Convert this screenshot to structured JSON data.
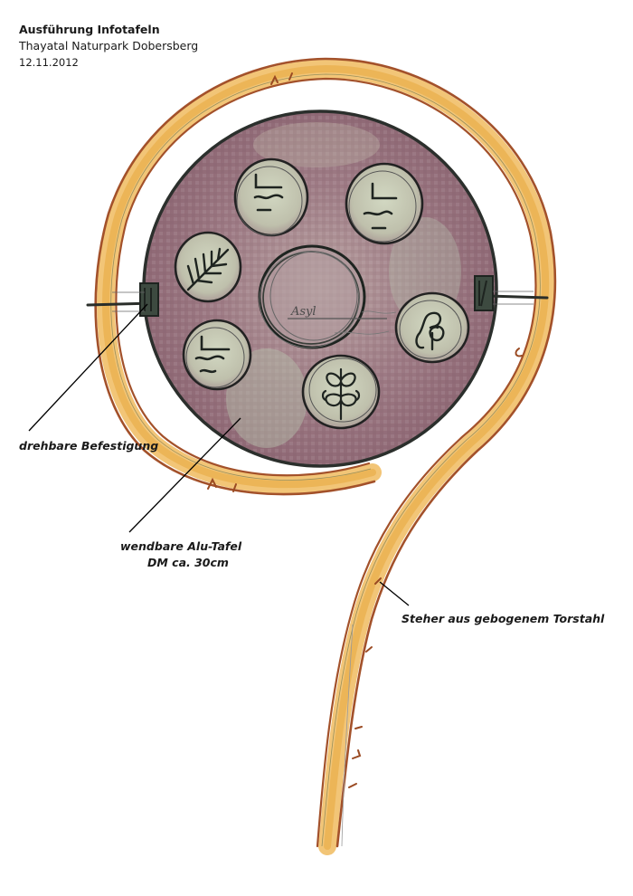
{
  "header": {
    "title": "Ausführung Infotafeln",
    "subtitle": "Thayatal Naturpark Dobersberg",
    "date": "12.11.2012"
  },
  "labels": {
    "mount": "drehbare Befestigung",
    "panel_line1": "wendbare Alu-Tafel",
    "panel_line2": "DM ca. 30cm",
    "post": "Steher aus gebogenem Torstahl"
  },
  "drawing": {
    "center_medallion_text": "Asyl",
    "icons": [
      "text-lines-icon",
      "text-lines-icon",
      "fern-leaf-icon",
      "text-lines-icon",
      "butterfly-icon",
      "swirl-symbol-icon"
    ]
  },
  "colors": {
    "disc": "#9a7380",
    "disc_light": "#c9c3ad",
    "steel_fill": "#f0c070",
    "steel_edge": "#a3512a",
    "ink": "#2a2e2a"
  }
}
